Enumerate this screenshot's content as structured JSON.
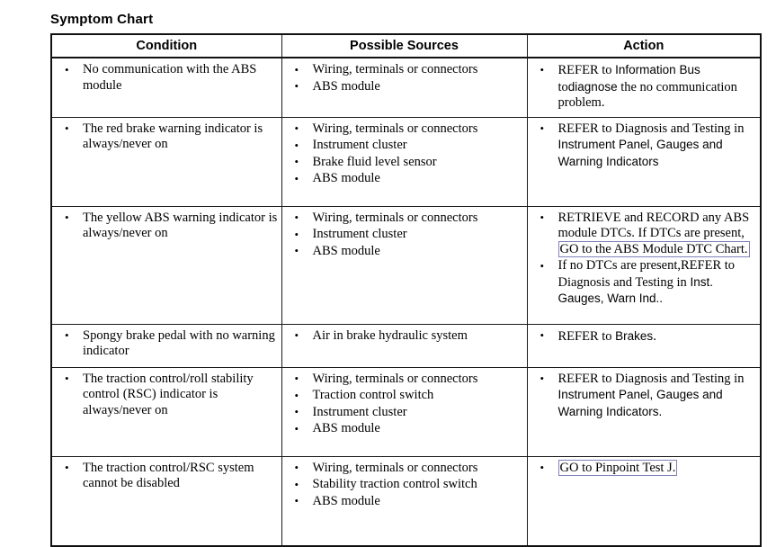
{
  "page": {
    "title": "Symptom Chart"
  },
  "table": {
    "headers": {
      "condition": "Condition",
      "sources": "Possible Sources",
      "action": "Action"
    },
    "rows": [
      {
        "condition": [
          "No communication with the ABS module"
        ],
        "sources": [
          "Wiring, terminals or connectors",
          "ABS module"
        ],
        "action": [
          {
            "segments": [
              {
                "text": "REFER to ",
                "style": "serif"
              },
              {
                "text": "Information Bus",
                "style": "xref"
              },
              {
                "text": " to",
                "style": "serif"
              },
              {
                "text": "diagnose",
                "style": "xref"
              },
              {
                "text": " the no communication problem.",
                "style": "serif"
              }
            ]
          }
        ]
      },
      {
        "condition": [
          "The red brake warning indicator is always/never on"
        ],
        "sources": [
          "Wiring, terminals or connectors",
          "Instrument cluster",
          "Brake fluid level sensor",
          "ABS module"
        ],
        "action": [
          {
            "segments": [
              {
                "text": "REFER to Diagnosis and Testing in ",
                "style": "serif"
              },
              {
                "text": "Instrument Panel, Gauges and Warning Indicators",
                "style": "xref"
              }
            ]
          }
        ]
      },
      {
        "condition": [
          "The yellow ABS warning indicator is always/never on"
        ],
        "sources": [
          "Wiring, terminals or connectors",
          "Instrument cluster",
          "ABS module"
        ],
        "action": [
          {
            "segments": [
              {
                "text": "RETRIEVE and RECORD any ABS module DTCs. If DTCs are present, ",
                "style": "serif"
              },
              {
                "text": "GO to the ABS Module DTC Chart.",
                "style": "serif-link"
              }
            ]
          },
          {
            "segments": [
              {
                "text": "If no DTCs are present,",
                "style": "serif"
              },
              {
                "text": "REFER to Diagnosis and",
                "style": "serif"
              },
              {
                "text": " Testing in ",
                "style": "serif"
              },
              {
                "text": "Inst. Gauges, Warn Ind..",
                "style": "xref"
              }
            ]
          }
        ]
      },
      {
        "condition": [
          "Spongy brake pedal with no warning indicator"
        ],
        "sources": [
          "Air in brake hydraulic system"
        ],
        "action": [
          {
            "segments": [
              {
                "text": "REFER to ",
                "style": "serif"
              },
              {
                "text": "Brakes",
                "style": "xref"
              },
              {
                "text": ".",
                "style": "serif"
              }
            ]
          }
        ]
      },
      {
        "condition": [
          "The traction control/roll stability control (RSC) indicator is always/never on"
        ],
        "sources": [
          "Wiring, terminals or connectors",
          "Traction control switch",
          "Instrument cluster",
          "ABS module"
        ],
        "action": [
          {
            "segments": [
              {
                "text": "REFER to Diagnosis and Testing in ",
                "style": "serif"
              },
              {
                "text": "Instrument Panel, Gauges and Warning Indicators.",
                "style": "xref"
              }
            ]
          }
        ]
      },
      {
        "condition": [
          "The traction control/RSC system cannot be disabled"
        ],
        "sources": [
          "Wiring, terminals or connectors",
          "Stability traction control switch",
          "ABS module"
        ],
        "action": [
          {
            "segments": [
              {
                "text": "GO to Pinpoint Test J.",
                "style": "serif-link"
              }
            ]
          }
        ]
      }
    ]
  },
  "colors": {
    "link_border": "#8080b8",
    "rule": "#1a1a1a",
    "text": "#000000",
    "background": "#ffffff"
  }
}
